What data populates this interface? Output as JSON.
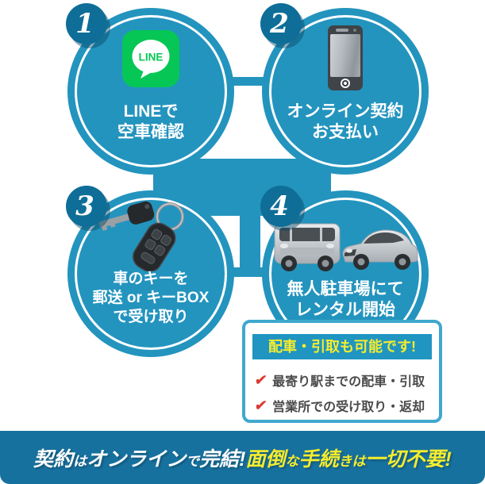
{
  "colors": {
    "circle_blue": "#2394BE",
    "badge_blue": "#0E6E98",
    "banner_blue": "#17719E",
    "box_border_blue": "#3FA8CE",
    "header_blue": "#2095C1",
    "accent_yellow": "#F5EC2E",
    "check_red": "#DC3B32",
    "line_green": "#06C755",
    "list_text_gray": "#4A4A4A"
  },
  "steps": [
    {
      "number": "1",
      "icon": "line-app-icon",
      "icon_label": "LINE",
      "lines": [
        "LINEで",
        "空車確認"
      ]
    },
    {
      "number": "2",
      "icon": "smartphone-icon",
      "lines": [
        "オンライン契約",
        "お支払い"
      ]
    },
    {
      "number": "3",
      "icon": "car-key-image",
      "lines": [
        "車のキーを",
        "郵送 or キーBOX",
        "で受け取り"
      ]
    },
    {
      "number": "4",
      "icon": "cars-image",
      "lines": [
        "無人駐車場にて",
        "レンタル開始"
      ]
    }
  ],
  "info_box": {
    "header": "配車・引取も可能です!",
    "check": "✔",
    "items": [
      "最寄り駅までの配車・引取",
      "営業所での受け取り・返却"
    ]
  },
  "banner": {
    "white": [
      {
        "t": "契約"
      },
      {
        "t": "は"
      },
      {
        "t": "オンライン"
      },
      {
        "t": "で"
      },
      {
        "t": "完結!"
      }
    ],
    "yellow": [
      {
        "t": "面倒"
      },
      {
        "t": "な"
      },
      {
        "t": "手続"
      },
      {
        "t": "きは"
      },
      {
        "t": "一切不要!"
      }
    ]
  }
}
